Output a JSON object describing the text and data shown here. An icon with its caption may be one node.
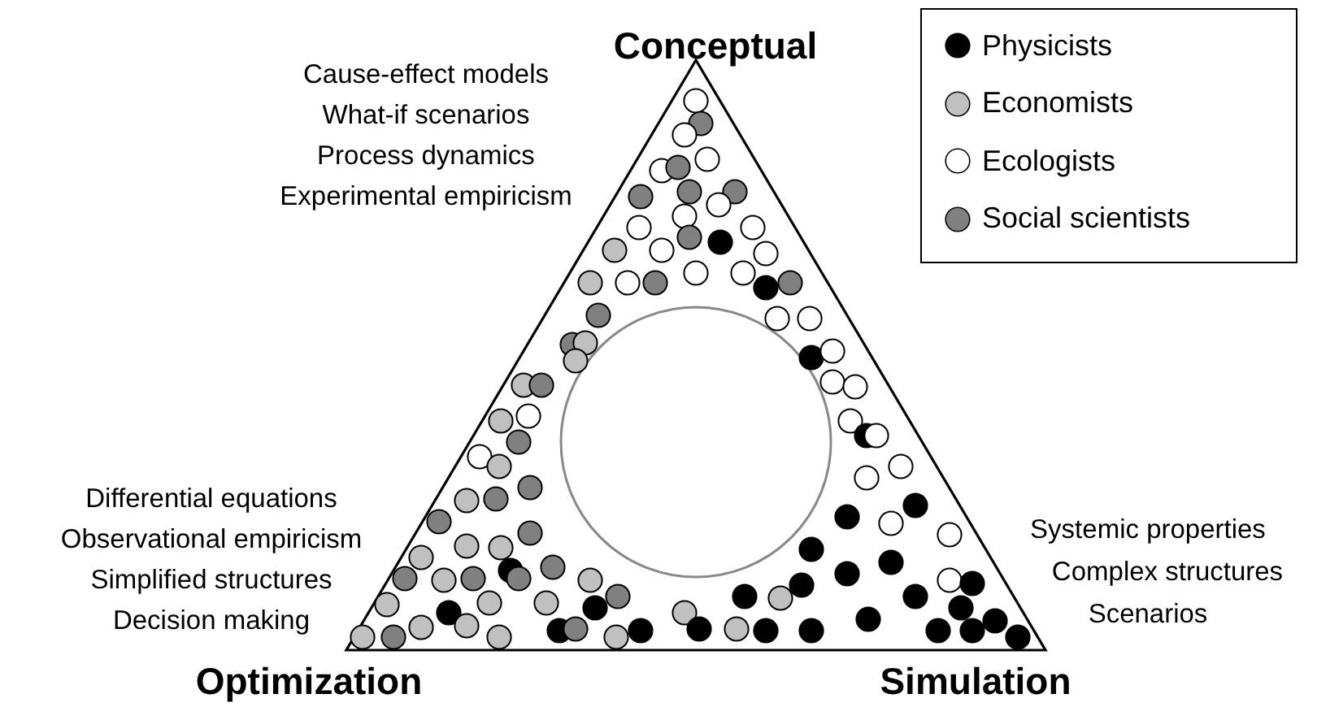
{
  "diagram": {
    "labels": [
      "Conceptual",
      "Cause-effect models",
      "What-if scenarios",
      "Process dynamics",
      "Experimental empiricism",
      "Differential equations",
      "Observational empiricism",
      "Simplified structures",
      "Decision making",
      "Systemic properties",
      "Complex structures",
      "Scenarios",
      "Optimization",
      "Simulation"
    ],
    "legend": [
      {
        "text": "Physicists"
      },
      {
        "text": "Economists"
      },
      {
        "text": "Ecologists"
      },
      {
        "text": "Social scientists"
      }
    ]
  }
}
